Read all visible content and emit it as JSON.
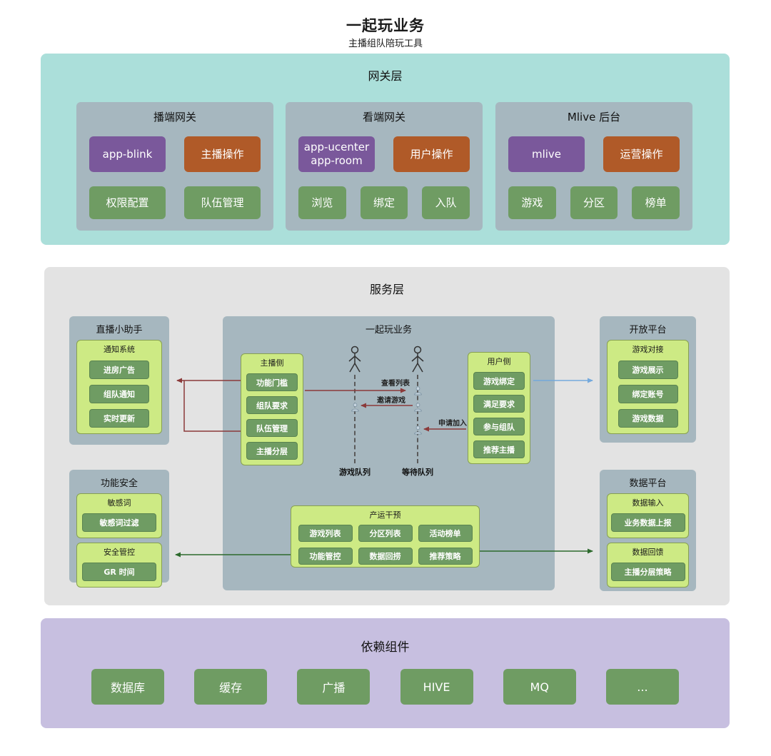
{
  "page": {
    "title": "一起玩业务",
    "subtitle": "主播组队陪玩工具"
  },
  "colors": {
    "gateway_bg": "#abdfda",
    "service_bg": "#e3e3e3",
    "dependency_bg": "#c7bfe0",
    "panel_bg": "#a6b7bf",
    "node_purple": "#7a589b",
    "node_orange": "#b05a28",
    "node_green": "#6f9c63",
    "panel_light_green": "#cdea84",
    "arrow_red": "#8b3a3a",
    "arrow_blue": "#74a9dc",
    "arrow_green": "#2d6a2d"
  },
  "gateway": {
    "title": "网关层",
    "groups": [
      {
        "title": "播端网关",
        "service": "app-blink",
        "operation": "主播操作",
        "functions": [
          "权限配置",
          "队伍管理"
        ]
      },
      {
        "title": "看端网关",
        "service": "app-ucenter app-room",
        "operation": "用户操作",
        "functions": [
          "浏览",
          "绑定",
          "入队"
        ]
      },
      {
        "title": "Mlive 后台",
        "service": "mlive",
        "operation": "运营操作",
        "functions": [
          "游戏",
          "分区",
          "榜单"
        ]
      }
    ]
  },
  "service": {
    "title": "服务层",
    "live_assistant": {
      "title": "直播小助手",
      "panel": {
        "title": "通知系统",
        "items": [
          "进房广告",
          "组队通知",
          "实时更新"
        ]
      }
    },
    "function_safety": {
      "title": "功能安全",
      "panels": [
        {
          "title": "敏感词",
          "items": [
            "敏感词过滤"
          ]
        },
        {
          "title": "安全管控",
          "items": [
            "GR 时间"
          ]
        }
      ]
    },
    "core": {
      "title": "一起玩业务",
      "anchor_side": {
        "title": "主播侧",
        "items": [
          "功能门槛",
          "组队要求",
          "队伍管理",
          "主播分层"
        ]
      },
      "user_side": {
        "title": "用户侧",
        "items": [
          "游戏绑定",
          "满足要求",
          "参与组队",
          "推荐主播"
        ]
      },
      "ops_panel": {
        "title": "产运干预",
        "items": [
          "游戏列表",
          "分区列表",
          "活动榜单",
          "功能管控",
          "数据回捞",
          "推荐策略"
        ]
      },
      "queues": [
        "游戏队列",
        "等待队列"
      ],
      "flow_labels": {
        "view_list": "查看列表",
        "invite_game": "邀请游戏",
        "apply_join": "申请加入"
      }
    },
    "open_platform": {
      "title": "开放平台",
      "panel": {
        "title": "游戏对接",
        "items": [
          "游戏展示",
          "绑定账号",
          "游戏数据"
        ]
      }
    },
    "data_platform": {
      "title": "数据平台",
      "panels": [
        {
          "title": "数据输入",
          "items": [
            "业务数据上报"
          ]
        },
        {
          "title": "数据回馈",
          "items": [
            "主播分层策略"
          ]
        }
      ]
    }
  },
  "dependencies": {
    "title": "依赖组件",
    "items": [
      "数据库",
      "缓存",
      "广播",
      "HIVE",
      "MQ",
      "..."
    ]
  }
}
